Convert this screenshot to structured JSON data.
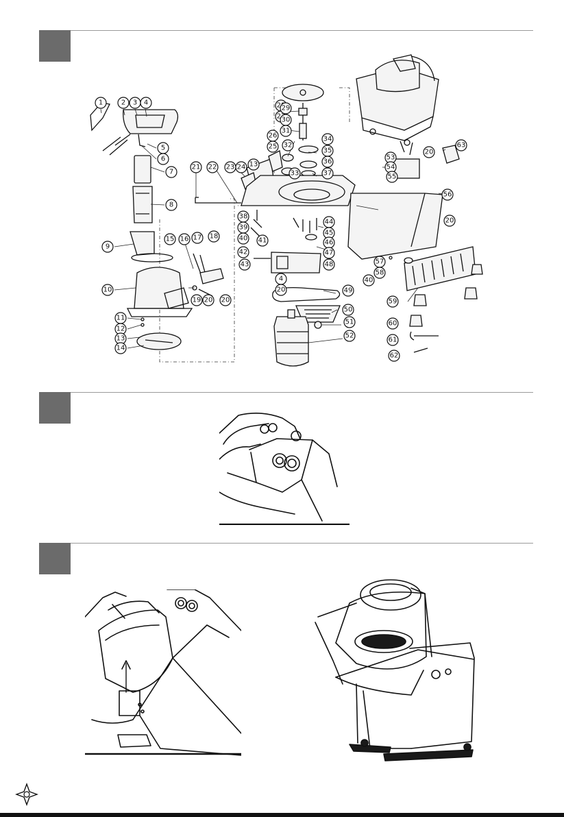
{
  "sections": [
    {
      "id": "exploded-view"
    },
    {
      "id": "step-detail"
    },
    {
      "id": "step-assembly"
    }
  ],
  "callouts": [
    "1",
    "2",
    "3",
    "4",
    "5",
    "6",
    "7",
    "8",
    "9",
    "10",
    "11",
    "12",
    "13",
    "14",
    "15",
    "16",
    "17",
    "18",
    "19",
    "20",
    "21",
    "22",
    "23",
    "24",
    "25",
    "26",
    "27",
    "28",
    "29",
    "30",
    "31",
    "32",
    "33",
    "34",
    "35",
    "36",
    "37",
    "38",
    "39",
    "40",
    "41",
    "42",
    "43",
    "44",
    "45",
    "46",
    "47",
    "48",
    "49",
    "50",
    "51",
    "52",
    "53",
    "54",
    "55",
    "56",
    "57",
    "58",
    "59",
    "60",
    "61",
    "62",
    "63",
    "4",
    "20",
    "40",
    "20",
    "13",
    "20",
    "20"
  ],
  "icons": {
    "footer": "compass-star-icon"
  },
  "colors": {
    "step_box": "#6b6b6b",
    "rule": "#9a9a9a",
    "ink": "#111111"
  }
}
